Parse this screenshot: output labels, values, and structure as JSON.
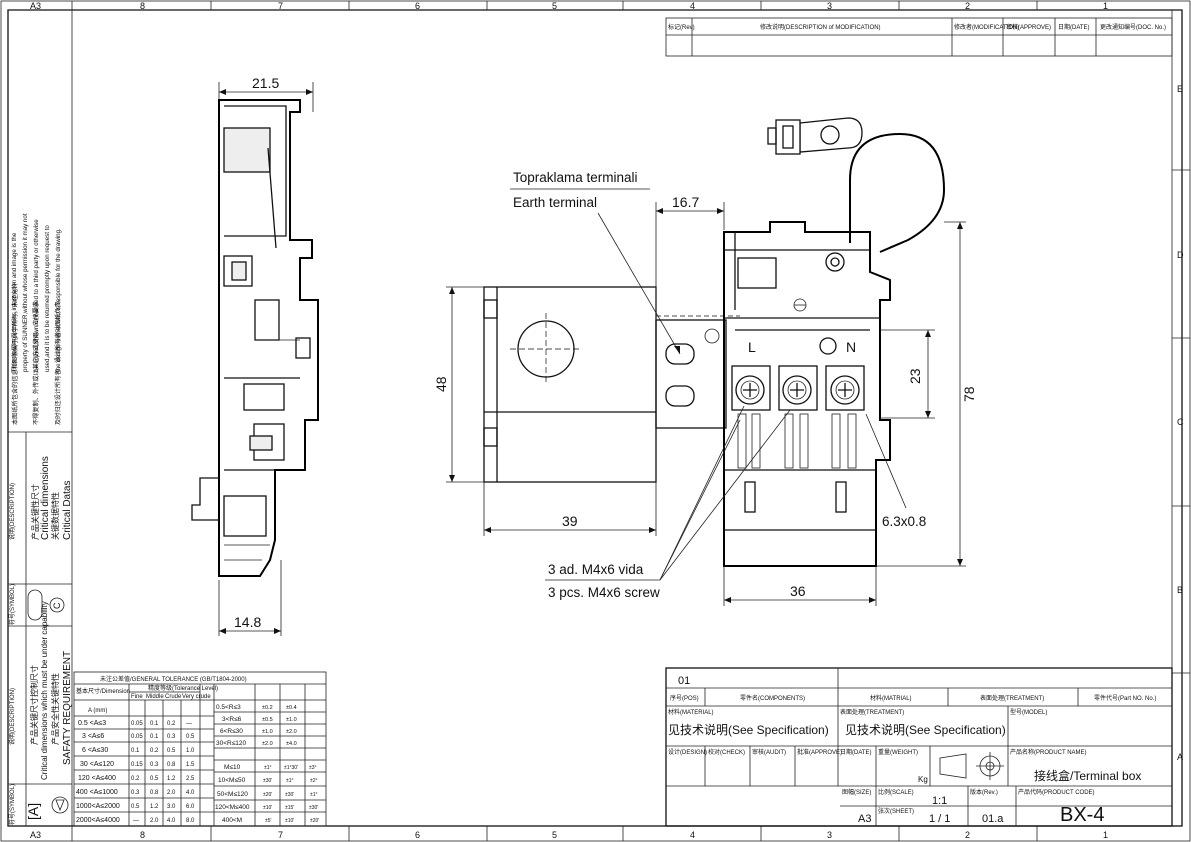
{
  "sheet": {
    "size_label": "A3",
    "columns": [
      "8",
      "7",
      "6",
      "5",
      "4",
      "3",
      "2",
      "1"
    ],
    "rows": [
      "E",
      "D",
      "C",
      "B",
      "A"
    ]
  },
  "revision_block": {
    "headers": [
      "标记(Rev)",
      "修改说明(DESCRIPTION of MODIFICATION)",
      "修改者(MODIFICATION)",
      "审核(APPROVE)",
      "日期(DATE)",
      "更改通知编号(DOC. No.)"
    ]
  },
  "left_margin": {
    "notice_en": [
      "This drawing contains information and image is the",
      "property of SUNNER,without whose permission it may not",
      "be copied,shown or handed to a third party or otherwise",
      "used,and it is to be returned promptly upon request to",
      "the design owner,who is responsible for the drawing."
    ],
    "notice_cn": [
      "本图纸所包含的信息和图像属于舜宇所有，未经允许",
      "不得复制、外传或以其它方式使用，应按要求",
      "及时归还设计所有者，设计所有者对图纸负责。"
    ],
    "symbol_header": "符号(SYMBOL)",
    "description_header": "说明(DESCRIPTION)",
    "critical_cn": "产品关键性尺寸",
    "critical_en": "Critical dimensions",
    "critical_cn2": "关键数据特性",
    "critical_data": "Critical Datas",
    "copyright_symbol": "C",
    "safety_symbol_box": "[A]",
    "safety_desc_header": "说明(DESCRIPTION)",
    "safety_cn": "产品关键尺寸控制尺寸",
    "safety_en": "Critical dimensions which must be under capability",
    "safety_cn2": "产品安全性关键特性",
    "safety_req": "SAFATY REQUIREMENT"
  },
  "labels": {
    "earth_tr": "Topraklama terminali",
    "earth_en": "Earth terminal",
    "screw_tr": "3 ad. M4x6 vida",
    "screw_en": "3 pcs. M4x6 screw",
    "tab": "6.3x0.8",
    "live": "L",
    "neutral": "N"
  },
  "dimensions": {
    "side_width_top": "21.5",
    "side_width_bottom": "14.8",
    "height_48": "48",
    "width_39": "39",
    "width_16_7": "16.7",
    "width_36": "36",
    "height_23": "23",
    "height_78": "78"
  },
  "tolerance_table": {
    "title": "未注公差值/GENERAL TOLERANCE (GB/T1804-2000)",
    "col1_header": "基本尺寸/Dimension",
    "col1_unit": "A (mm)",
    "grade_header": "精度等级(Tolerance Level)",
    "grades": [
      "Fine",
      "Middle",
      "Crude",
      "Very crude"
    ],
    "rows": [
      [
        "0.5 <A≤3",
        "0.05",
        "0.1",
        "0.2",
        "—"
      ],
      [
        "3 <A≤6",
        "0.05",
        "0.1",
        "0.3",
        "0.5"
      ],
      [
        "6 <A≤30",
        "0.1",
        "0.2",
        "0.5",
        "1.0"
      ],
      [
        "30 <A≤120",
        "0.15",
        "0.3",
        "0.8",
        "1.5"
      ],
      [
        "120 <A≤400",
        "0.2",
        "0.5",
        "1.2",
        "2.5"
      ],
      [
        "400 <A≤1000",
        "0.3",
        "0.8",
        "2.0",
        "4.0"
      ],
      [
        "1000<A≤2000",
        "0.5",
        "1.2",
        "3.0",
        "6.0"
      ],
      [
        "2000<A≤4000",
        "—",
        "2.0",
        "4.0",
        "8.0"
      ]
    ],
    "radius_rows": [
      [
        "0.5<R≤3",
        "±0.2",
        "±0.4"
      ],
      [
        "3<R≤6",
        "±0.5",
        "±1.0"
      ],
      [
        "6<R≤30",
        "±1.0",
        "±2.0"
      ],
      [
        "30<R≤120",
        "±2.0",
        "±4.0"
      ]
    ],
    "angle_rows": [
      [
        "M≤10",
        "±1°",
        "±1°30'",
        "±3°"
      ],
      [
        "10<M≤50",
        "±30'",
        "±1°",
        "±2°"
      ],
      [
        "50<M≤120",
        "±20'",
        "±30'",
        "±1°"
      ],
      [
        "120<M≤400",
        "±10'",
        "±15'",
        "±30'"
      ],
      [
        "400<M",
        "±5'",
        "±10'",
        "±20'"
      ]
    ]
  },
  "title_block": {
    "rev_no": "01",
    "header_cols": [
      "序号(POS)",
      "零件名(COMPONENTS)",
      "材料(MATRIAL)",
      "表面处理(TREATMENT)",
      "零件代号(Part NO. No.)"
    ],
    "material_label": "材料(MATERIAL)",
    "material_value": "见技术说明(See Specification)",
    "treatment_label": "表面处理(TREATMENT)",
    "treatment_value": "见技术说明(See Specification)",
    "model_label": "型号(MODEL)",
    "design_label": "设计(DESIGN)",
    "check_label": "校对(CHECK)",
    "verify_label": "审核(AUDIT)",
    "approve_label": "批准(APPROVE)",
    "date_label": "日期(DATE)",
    "weight_label": "重量(WEIGHT)",
    "weight_unit": "Kg",
    "product_name_label": "产品名称(PRODUCT NAME)",
    "product_name": "接线盒/Terminal box",
    "size_label": "图幅(SIZE)",
    "size_value": "A3",
    "scale_label": "比例(SCALE)",
    "scale_value": "1:1",
    "sheet_label": "张次(SHEET)",
    "sheet_value": "1 / 1",
    "rev_label": "版本(Rev.)",
    "rev_value": "01.a",
    "code_label": "产品代码(PRODUCT CODE)",
    "code_value": "BX-4"
  }
}
